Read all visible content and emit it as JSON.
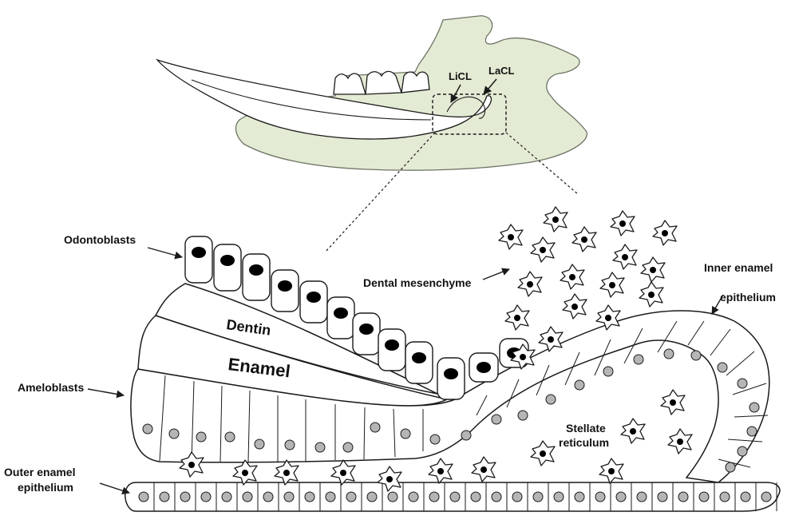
{
  "colors": {
    "bone": "#e4ebd4",
    "bone_stroke": "#6f7566",
    "tissue": "#ffffff",
    "stroke": "#1a1a1a",
    "nucleus_dark": "#000000",
    "nucleus_gray": "#b5b5b5"
  },
  "jaw": {
    "lingual_label": "LiCL",
    "labial_label": "LaCL"
  },
  "labels": {
    "odontoblasts": "Odontoblasts",
    "dental_mesenchyme": "Dental mesenchyme",
    "inner_enamel_line1": "Inner enamel",
    "inner_enamel_line2": "epithelium",
    "dentin": "Dentin",
    "enamel": "Enamel",
    "ameloblasts": "Ameloblasts",
    "stellate_line1": "Stellate",
    "stellate_line2": "reticulum",
    "outer_enamel_line1": "Outer enamel",
    "outer_enamel_line2": "epithelium"
  }
}
